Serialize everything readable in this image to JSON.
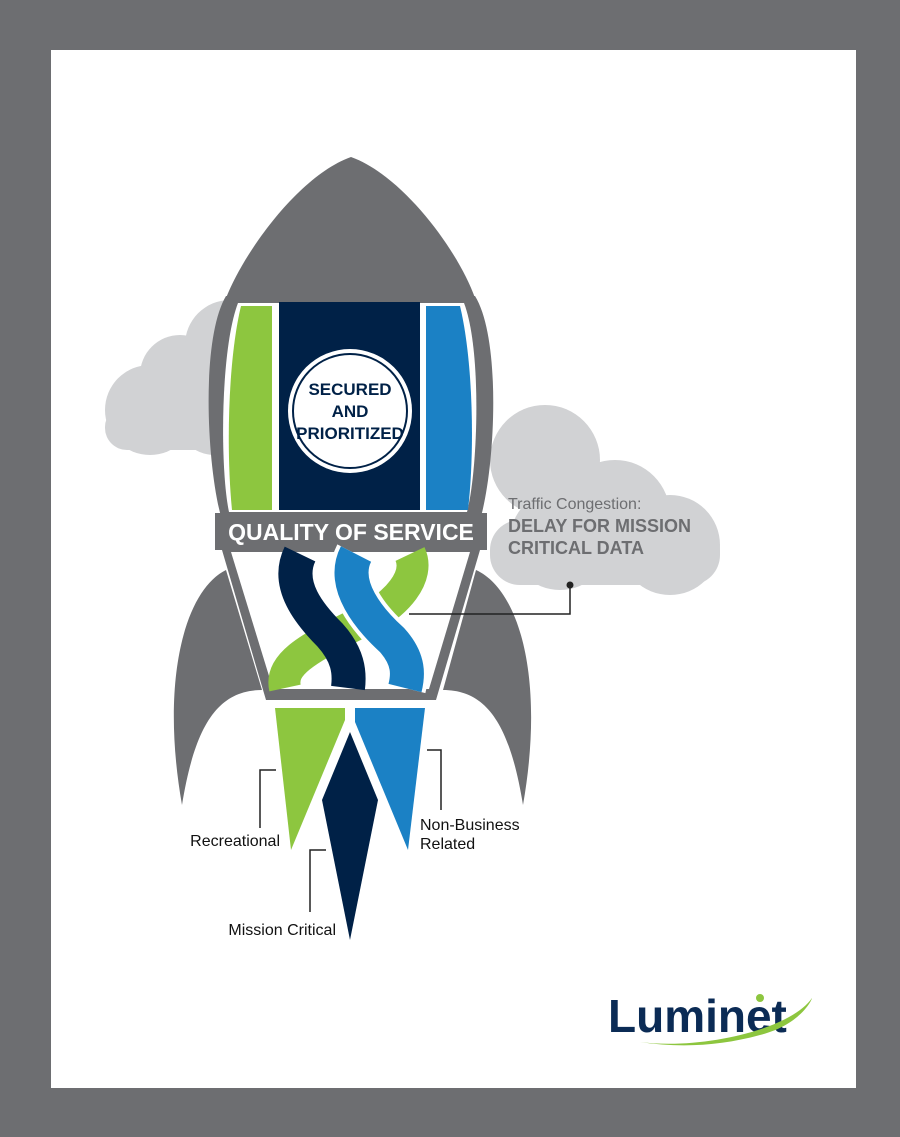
{
  "badge": {
    "line1": "SECURED",
    "line2": "AND",
    "line3": "PRIORITIZED"
  },
  "band": {
    "label": "QUALITY OF SERVICE"
  },
  "callout": {
    "prefix": "Traffic Congestion:",
    "line1": "DELAY FOR MISSION",
    "line2": "CRITICAL DATA"
  },
  "flames": {
    "recreational": "Recreational",
    "mission_critical": "Mission Critical",
    "non_business_line1": "Non-Business",
    "non_business_line2": "Related"
  },
  "logo": {
    "text": "Luminet"
  },
  "colors": {
    "frame": "#6d6e71",
    "panel": "#ffffff",
    "rocket_gray": "#6d6e71",
    "cloud": "#d1d2d4",
    "green": "#8dc63f",
    "navy": "#002147",
    "blue": "#1b81c5",
    "logo_navy": "#0b2b55"
  }
}
